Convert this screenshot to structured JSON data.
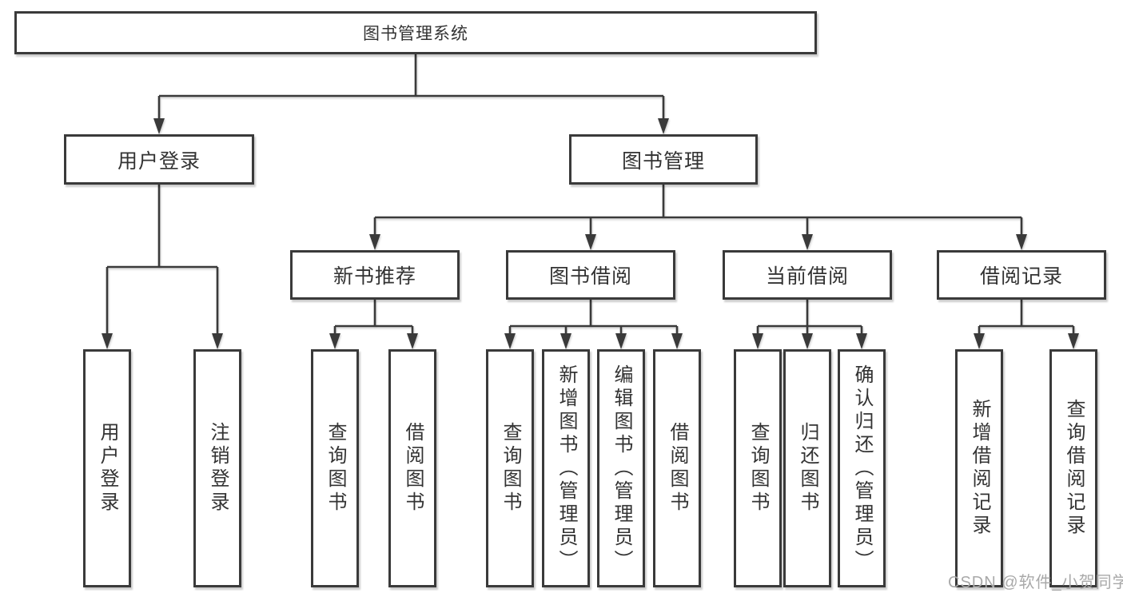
{
  "tree": {
    "root_label": "图书管理系统",
    "branches": [
      {
        "label": "用户登录",
        "children": [
          {
            "label": "用户登录"
          },
          {
            "label": "注销登录"
          }
        ]
      },
      {
        "label": "图书管理",
        "sections": [
          {
            "label": "新书推荐",
            "children": [
              {
                "label": "查询图书"
              },
              {
                "label": "借阅图书"
              }
            ]
          },
          {
            "label": "图书借阅",
            "children": [
              {
                "label": "查询图书"
              },
              {
                "label": "新增图书（管理员）"
              },
              {
                "label": "编辑图书（管理员）"
              },
              {
                "label": "借阅图书"
              }
            ]
          },
          {
            "label": "当前借阅",
            "children": [
              {
                "label": "查询图书"
              },
              {
                "label": "归还图书"
              },
              {
                "label": "确认归还（管理员）"
              }
            ]
          },
          {
            "label": "借阅记录",
            "children": [
              {
                "label": "新增借阅记录"
              },
              {
                "label": "查询借阅记录"
              }
            ]
          }
        ]
      }
    ]
  },
  "watermark": {
    "text": "CSDN @软件_小贺同学",
    "color": "#a9a9a9"
  },
  "colors": {
    "line": "#3a3a3a",
    "text": "#333333",
    "box_background": "#ffffff",
    "page_background": "#ffffff"
  }
}
